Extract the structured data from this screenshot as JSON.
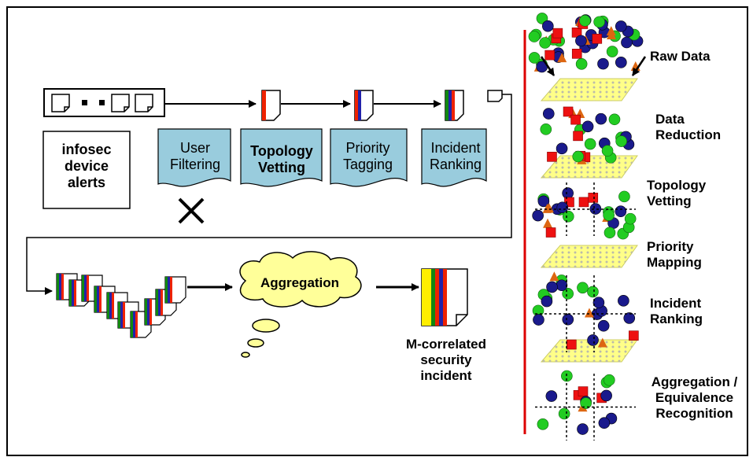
{
  "diagram": {
    "source_label": "infosec\ndevice\nalerts",
    "filters": [
      {
        "label": "User\nFiltering",
        "bold": false,
        "crossed": true
      },
      {
        "label": "Topology\nVetting",
        "bold": true,
        "crossed": false
      },
      {
        "label": "Priority\nTagging",
        "bold": false,
        "crossed": false
      },
      {
        "label": "Incident\nRanking",
        "bold": false,
        "crossed": false
      }
    ],
    "aggregation_label": "Aggregation",
    "result_label": "M-correlated\nsecurity\nincident",
    "stages": [
      "Raw Data",
      "Data\nReduction",
      "Topology\nVetting",
      "Priority\nMapping",
      "Incident\nRanking",
      "Aggregation /\nEquivalence\nRecognition"
    ],
    "colors": {
      "filter_fill": "#99ccdd",
      "cloud_fill": "#ffff99",
      "plane_fill": "#ffff88",
      "divider": "#dd0000",
      "ball_blue": "#1a1a8c",
      "ball_green": "#22cc22",
      "cube_red": "#ee1111",
      "cone_orange": "#dd6611"
    }
  }
}
